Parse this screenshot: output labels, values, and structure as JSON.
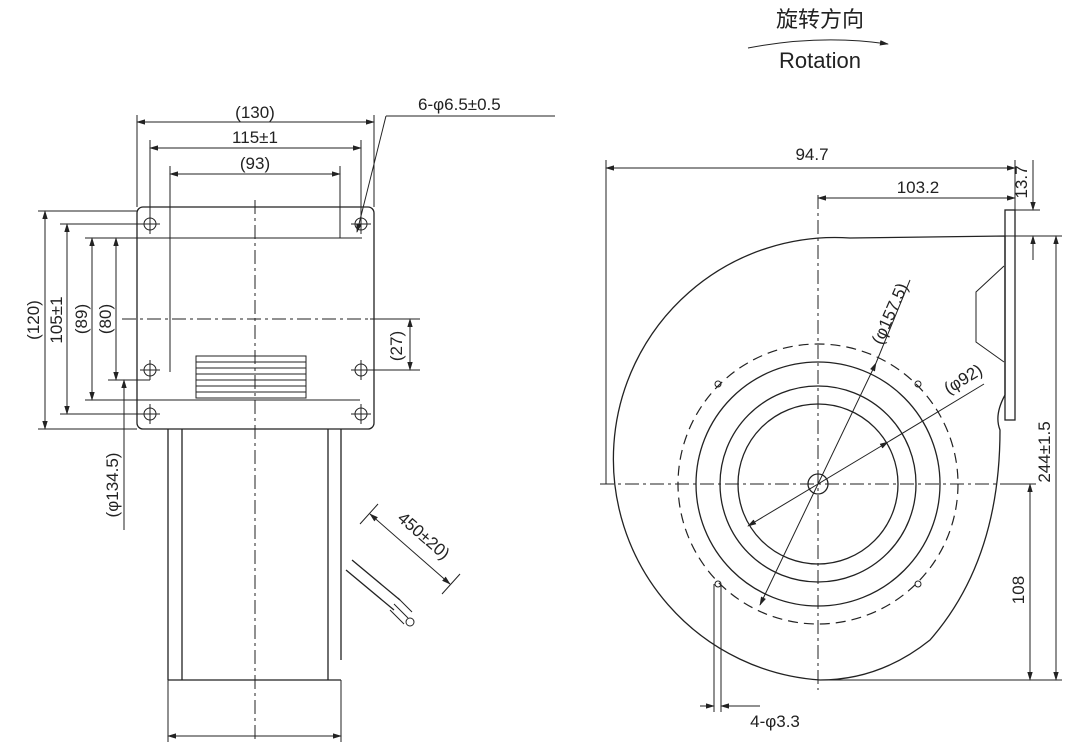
{
  "rotation": {
    "label_cn": "旋转方向",
    "label_en": "Rotation"
  },
  "side_view": {
    "dims": {
      "overall_width": "(130)",
      "hole_pitch_h": "115±1",
      "inlet_width": "(93)",
      "holes": "6-φ6.5±0.5",
      "overall_height": "(120)",
      "hole_pitch_v": "105±1",
      "h89": "(89)",
      "h80": "(80)",
      "offset": "(27)",
      "outlet_dia": "(φ134.5)",
      "cable_length": "450±20)"
    }
  },
  "front_view": {
    "dims": {
      "width_total": "94.7",
      "width_partial": "103.2",
      "flange_thickness": "13.7",
      "dia_outer": "(φ157.5)",
      "dia_inner": "(φ92)",
      "height_total": "244±1.5",
      "height_lower": "108",
      "mount_holes": "4-φ3.3"
    }
  }
}
